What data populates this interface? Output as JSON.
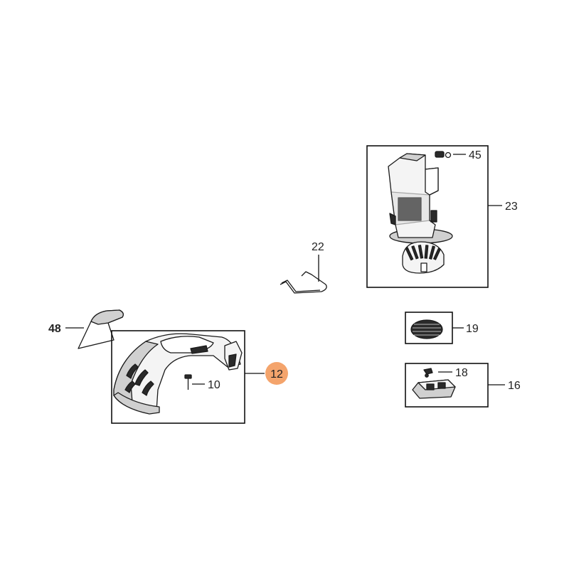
{
  "parts": [
    {
      "id": "p48",
      "label": "48"
    },
    {
      "id": "p10",
      "label": "10"
    },
    {
      "id": "p12",
      "label": "12"
    },
    {
      "id": "p22",
      "label": "22"
    },
    {
      "id": "p45",
      "label": "45"
    },
    {
      "id": "p23",
      "label": "23"
    },
    {
      "id": "p19",
      "label": "19"
    },
    {
      "id": "p18",
      "label": "18"
    },
    {
      "id": "p16",
      "label": "16"
    }
  ],
  "highlight": {
    "label": "12",
    "color": "#f4a46c"
  }
}
